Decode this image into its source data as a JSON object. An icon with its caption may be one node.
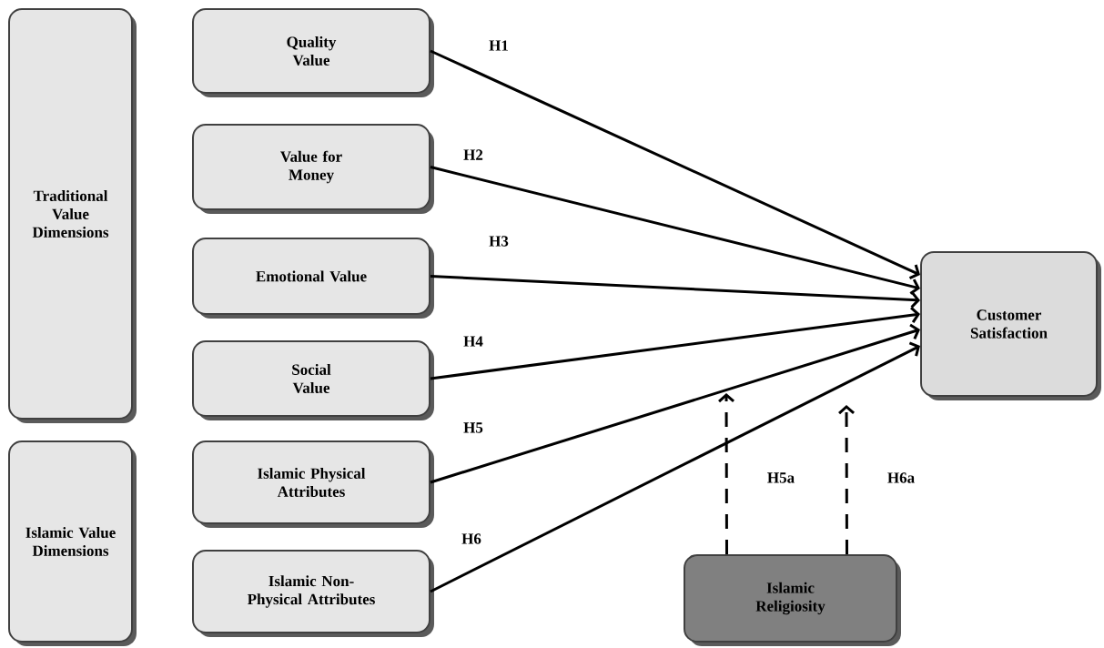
{
  "diagram": {
    "nodes": [
      {
        "text": [
          "Traditional Value Dimensions"
        ]
      },
      {
        "text": [
          "Islamic Value Dimensions"
        ]
      },
      {
        "text": [
          "Quality Value"
        ]
      },
      {
        "text": [
          "Value for Money"
        ]
      },
      {
        "text": [
          "Emotional Value"
        ]
      },
      {
        "text": [
          "Social Value"
        ]
      },
      {
        "text": [
          "Islamic Physical Attributes"
        ]
      },
      {
        "text": [
          "Islamic Non-Physical Attributes"
        ]
      },
      {
        "text": [
          "Customer Satisfaction"
        ]
      },
      {
        "text": [
          "Islamic Religiosity"
        ]
      }
    ],
    "edges": [
      {
        "from": 2,
        "to": 8,
        "arrow": "to",
        "label": "H1"
      },
      {
        "from": 3,
        "to": 8,
        "arrow": "to",
        "label": "H2"
      },
      {
        "from": 4,
        "to": 8,
        "arrow": "to",
        "label": "H3"
      },
      {
        "from": 5,
        "to": 8,
        "arrow": "to",
        "label": "H4"
      },
      {
        "from": 6,
        "to": 8,
        "arrow": "to",
        "label": "H5"
      },
      {
        "from": 7,
        "to": 8,
        "arrow": "to",
        "label": "H6"
      },
      {
        "from": 9,
        "to": null,
        "arrow": "to",
        "label": "H5a",
        "style": "dashed"
      },
      {
        "from": 9,
        "to": null,
        "arrow": "to",
        "label": "H6a",
        "style": "dashed"
      }
    ]
  }
}
